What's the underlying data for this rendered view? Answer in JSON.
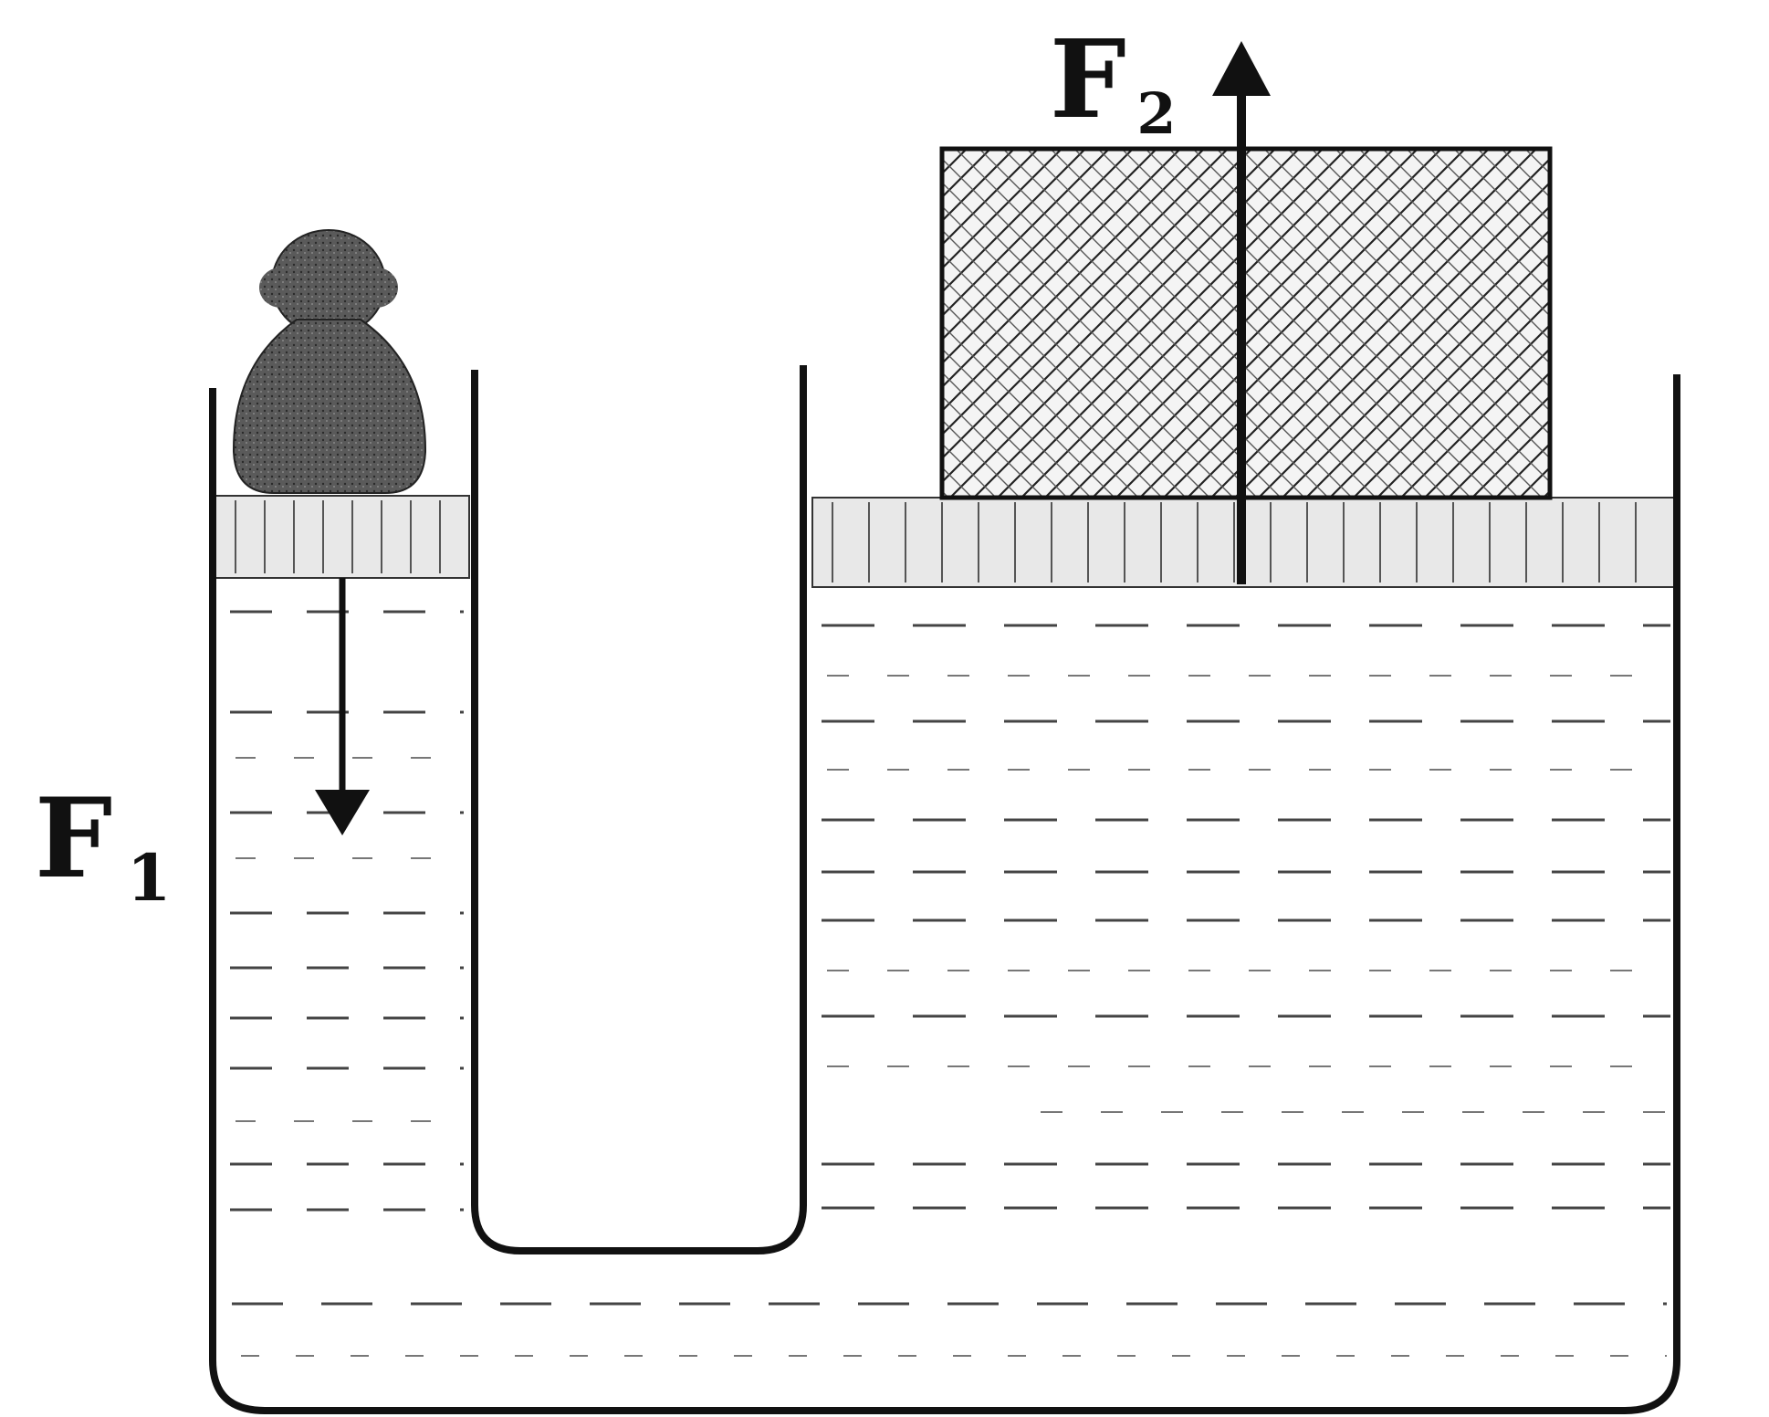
{
  "labels": {
    "force_small": {
      "letter": "F",
      "subscript": "1"
    },
    "force_large": {
      "letter": "F",
      "subscript": "2"
    }
  },
  "colors": {
    "ink": "#111111",
    "weight_fill": "#5a5a5a",
    "piston_fill": "#e6e6e6",
    "block_fill": "#f2f2f2",
    "liquid_dash": "#444444"
  },
  "icons": {
    "weight": "weight-icon",
    "block": "block-icon"
  }
}
